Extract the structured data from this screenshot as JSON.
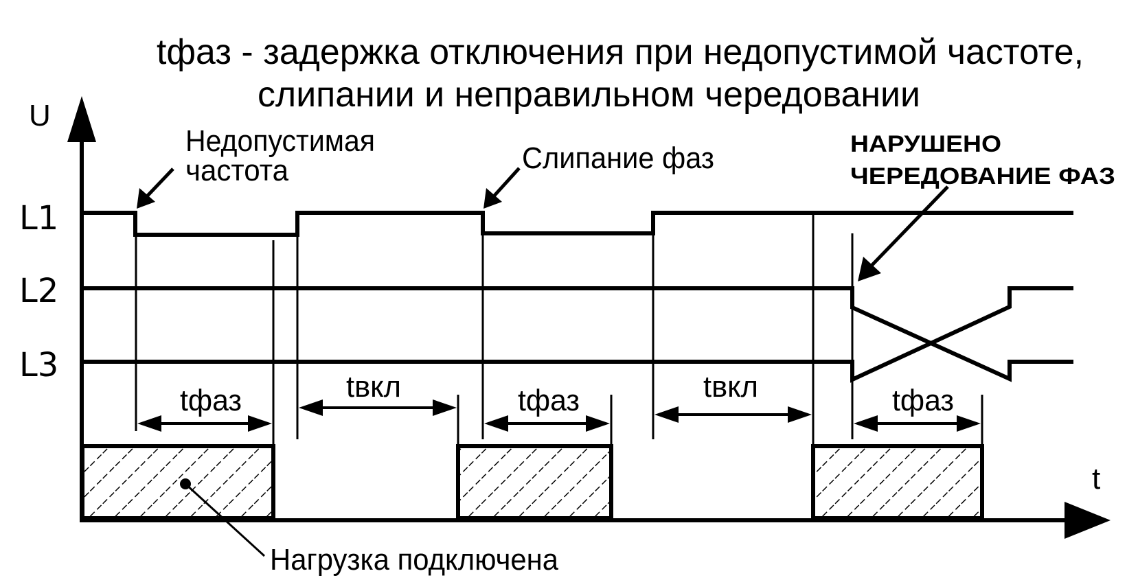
{
  "title": {
    "line1": "tфаз - задержка отключения при недопустимой частоте,",
    "line2": "слипании и неправильном чередовании"
  },
  "axes": {
    "y_label": "U",
    "x_label": "t"
  },
  "lines": {
    "l1": "L1",
    "l2": "L2",
    "l3": "L3"
  },
  "annotations": {
    "freq_line1": "Недопустимая",
    "freq_line2": "частота",
    "sticking": "Слипание фаз",
    "rotation_line1": "НАРУШЕНО",
    "rotation_line2": "ЧЕРЕДОВАНИЕ ФАЗ",
    "load": "Нагрузка подключена"
  },
  "intervals": {
    "t1": "tфаз",
    "t2": "tвкл",
    "t3": "tфаз",
    "t4": "tвкл",
    "t5": "tфаз"
  },
  "colors": {
    "ink": "#000000",
    "background": "#ffffff"
  }
}
